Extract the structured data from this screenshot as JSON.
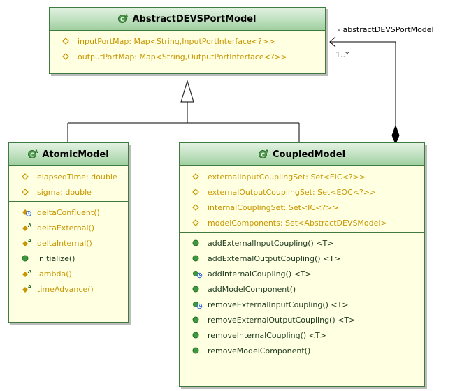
{
  "association": {
    "role": "- abstractDEVSPortModel",
    "multiplicity": "1..*"
  },
  "classes": {
    "abstract_port_model": {
      "name": "AbstractDEVSPortModel",
      "attributes": [
        "inputPortMap: Map<String,InputPortInterface<?>>",
        "outputPortMap: Map<String,OutputPortInterface<?>>"
      ]
    },
    "atomic_model": {
      "name": "AtomicModel",
      "attributes": [
        "elapsedTime: double",
        "sigma: double"
      ],
      "operations": [
        "deltaConfluent()",
        "deltaExternal()",
        "deltaInternal()",
        "initialize()",
        "lambda()",
        "timeAdvance()"
      ]
    },
    "coupled_model": {
      "name": "CoupledModel",
      "attributes": [
        "externalInputCouplingSet: Set<EIC<?>>",
        "externalOutputCouplingSet: Set<EOC<?>>",
        "internalCouplingSet: Set<IC<?>>",
        "modelComponents: Set<AbstractDEVSModel>"
      ],
      "operations": [
        "addExternalInputCoupling() <T>",
        "addExternalOutputCoupling() <T>",
        "addInternalCoupling() <T>",
        "addModelComponent()",
        "removeExternalInputCoupling() <T>",
        "removeExternalOutputCoupling() <T>",
        "removeInternalCoupling() <T>",
        "removeModelComponent()"
      ]
    }
  },
  "icons": {
    "class": "abstract-class-icon",
    "attribute": "protected-attribute-icon",
    "operation_public": "public-method-icon",
    "operation_abstract": "abstract-method-icon",
    "operation_protected": "protected-method-icon"
  },
  "colors": {
    "border": "#3f7a3f",
    "header": "#bfe0bf",
    "body": "#ffffe1",
    "member_text": "#c89600"
  }
}
